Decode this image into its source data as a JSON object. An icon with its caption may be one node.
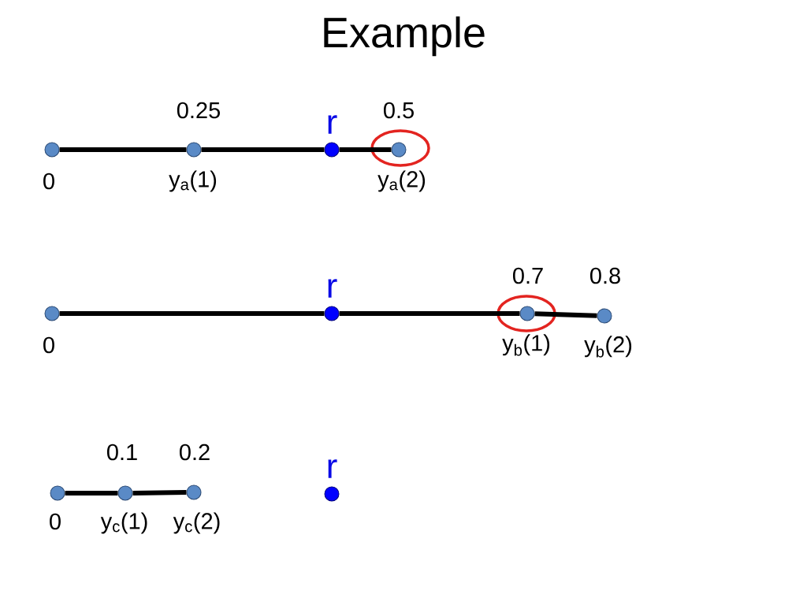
{
  "diagram": {
    "title": "Example",
    "nodes": [
      {
        "text": [],
        "shape": "circle",
        "beside": [
          "0"
        ]
      },
      {
        "text": [],
        "shape": "circle",
        "beside": [
          "0.25",
          "y$_{a}$(1)"
        ]
      },
      {
        "text": [],
        "shape": "circle",
        "beside": [
          "r"
        ]
      },
      {
        "text": [],
        "shape": "ellipse"
      },
      {
        "text": [],
        "shape": "circle",
        "beside": [
          "0.5",
          "y$_{a}$(2)"
        ],
        "in": 3
      },
      {
        "text": [],
        "shape": "circle",
        "beside": [
          "0"
        ]
      },
      {
        "text": [],
        "shape": "circle",
        "beside": [
          "r"
        ]
      },
      {
        "text": [],
        "shape": "ellipse"
      },
      {
        "text": [],
        "shape": "circle",
        "beside": [
          "0.7",
          "y$_{b}$(1)"
        ],
        "in": 7
      },
      {
        "text": [],
        "shape": "circle",
        "beside": [
          "0.8",
          "y$_{b}$(2)"
        ]
      },
      {
        "text": [],
        "shape": "circle",
        "beside": [
          "0"
        ]
      },
      {
        "text": [],
        "shape": "circle",
        "beside": [
          "0.1",
          "y$_{c}$(1)"
        ]
      },
      {
        "text": [],
        "shape": "circle",
        "beside": [
          "0.2",
          "y$_{c}$(2)"
        ]
      },
      {
        "text": [],
        "shape": "circle",
        "beside": [
          "r"
        ]
      }
    ],
    "edges": [
      {
        "from": 0,
        "to": 1,
        "arrow": "none"
      },
      {
        "from": 1,
        "to": 2,
        "arrow": "none"
      },
      {
        "from": 2,
        "to": 4,
        "arrow": "none"
      },
      {
        "from": 5,
        "to": 6,
        "arrow": "none"
      },
      {
        "from": 6,
        "to": 8,
        "arrow": "none"
      },
      {
        "from": 8,
        "to": 9,
        "arrow": "none"
      },
      {
        "from": 10,
        "to": 11,
        "arrow": "none"
      },
      {
        "from": 11,
        "to": 12,
        "arrow": "none"
      }
    ]
  }
}
